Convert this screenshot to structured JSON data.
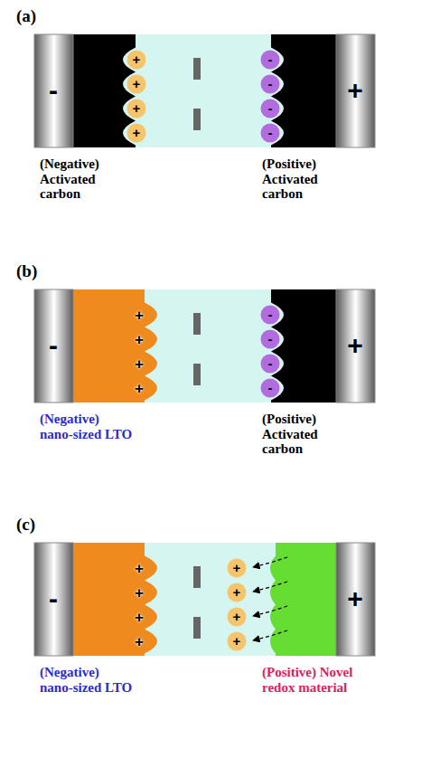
{
  "diagram": {
    "nodes": [
      {
        "text": [
          "+"
        ]
      },
      {
        "text": [
          "+"
        ]
      },
      {
        "text": [
          "+"
        ]
      },
      {
        "text": [
          "+"
        ]
      },
      {
        "text": [
          "-"
        ]
      },
      {
        "text": [
          "-"
        ]
      },
      {
        "text": [
          "-"
        ]
      },
      {
        "text": [
          "-"
        ]
      },
      {
        "text": [
          "-"
        ]
      },
      {
        "text": [
          "-"
        ]
      },
      {
        "text": [
          "-"
        ]
      },
      {
        "text": [
          "-"
        ]
      },
      {
        "text": [
          "+"
        ]
      },
      {
        "text": [
          "+"
        ]
      },
      {
        "text": [
          "+"
        ]
      },
      {
        "text": [
          "+"
        ]
      }
    ],
    "labels": [
      "(a)",
      "-",
      "+",
      "(Negative) Activated carbon",
      "(Positive) Activated carbon",
      "(b)",
      "-",
      "+",
      "+",
      "+",
      "+",
      "+",
      "(Negative) nano-sized LTO",
      "(Positive) Activated carbon",
      "(c)",
      "-",
      "+",
      "+",
      "+",
      "+",
      "+",
      "(Negative) nano-sized LTO",
      "(Positive) Novel redox material"
    ]
  }
}
